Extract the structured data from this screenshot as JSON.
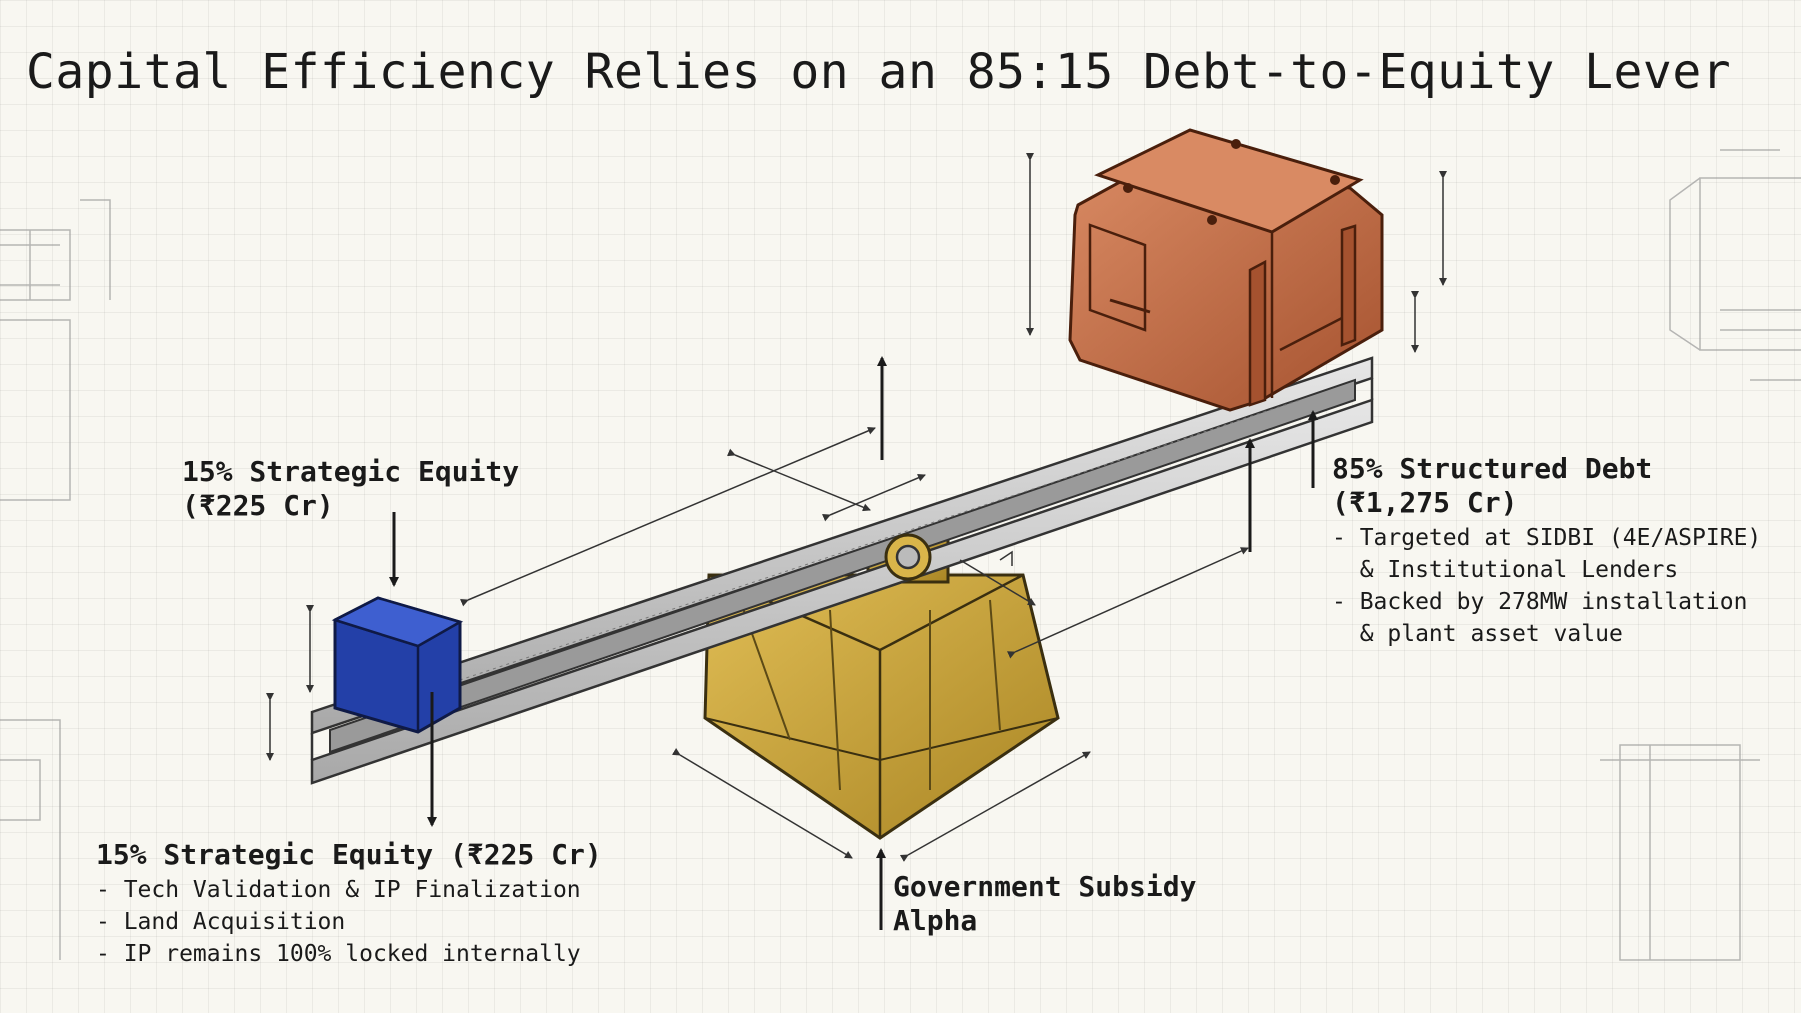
{
  "title": "Capital Efficiency Relies on an 85:15 Debt-to-Equity Lever",
  "equity_top": {
    "line1": "15% Strategic Equity",
    "line2": "(₹225 Cr)"
  },
  "equity_bottom": {
    "heading": "15% Strategic Equity (₹225 Cr)",
    "bullets": [
      "- Tech Validation & IP Finalization",
      "- Land Acquisition",
      "- IP remains 100% locked internally"
    ]
  },
  "debt": {
    "line1": "85% Structured Debt",
    "line2": "(₹1,275 Cr)",
    "bullets": [
      "- Targeted at SIDBI (4E/ASPIRE)",
      "  & Institutional Lenders",
      "- Backed by 278MW installation",
      "  & plant asset value"
    ]
  },
  "fulcrum": {
    "line1": "Government Subsidy",
    "line2": "Alpha"
  },
  "colors": {
    "equity_block": "#2340a8",
    "debt_block": "#c06a44",
    "fulcrum": "#c9a23a",
    "beam": "#c9c9c9",
    "ink": "#1a1a1a"
  }
}
